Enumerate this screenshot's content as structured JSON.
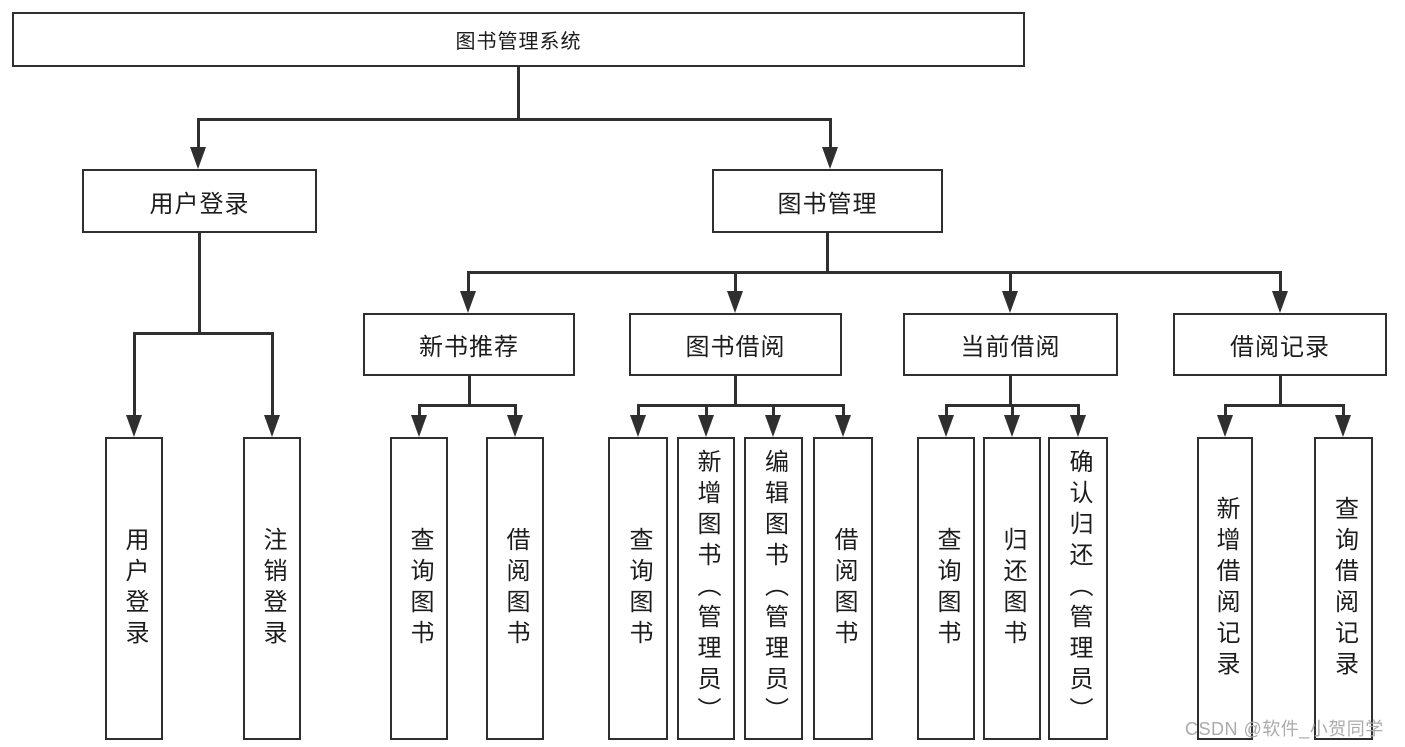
{
  "tree": {
    "root": {
      "label": "图书管理系统"
    },
    "user_login": {
      "label": "用户登录",
      "children": {
        "login": {
          "label": "用户登录"
        },
        "logout": {
          "label": "注销登录"
        }
      }
    },
    "book_mgmt": {
      "label": "图书管理"
    },
    "new_book_rec": {
      "label": "新书推荐",
      "children": {
        "query": {
          "label": "查询图书"
        },
        "borrow": {
          "label": "借阅图书"
        }
      }
    },
    "book_borrow": {
      "label": "图书借阅",
      "children": {
        "query": {
          "label": "查询图书"
        },
        "add": {
          "label": "新增图书（管理员）"
        },
        "edit": {
          "label": "编辑图书（管理员）"
        },
        "borrow": {
          "label": "借阅图书"
        }
      }
    },
    "current_borrow": {
      "label": "当前借阅",
      "children": {
        "query": {
          "label": "查询图书"
        },
        "return": {
          "label": "归还图书"
        },
        "confirm": {
          "label": "确认归还（管理员）"
        }
      }
    },
    "borrow_records": {
      "label": "借阅记录",
      "children": {
        "add": {
          "label": "新增借阅记录"
        },
        "query": {
          "label": "查询借阅记录"
        }
      }
    }
  },
  "watermark": "CSDN @软件_小贺同学",
  "colors": {
    "line": "#2f2f2f",
    "text": "#1c1c1c",
    "watermark": "#ababab",
    "background": "#ffffff"
  }
}
